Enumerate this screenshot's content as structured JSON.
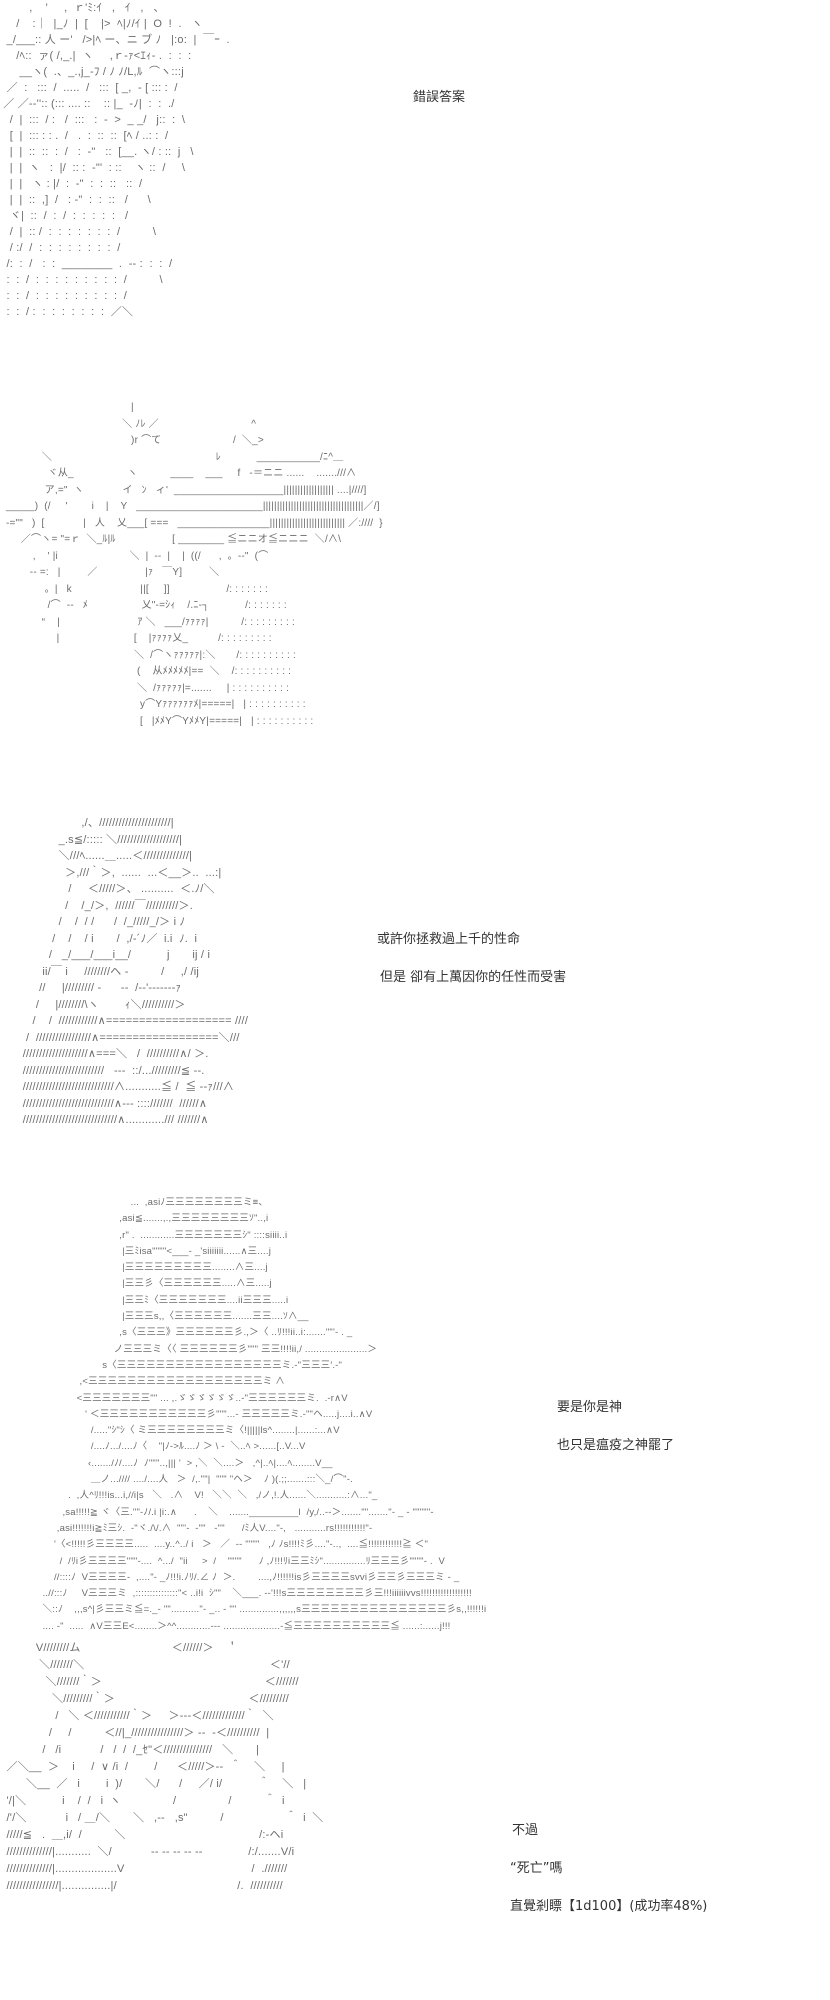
{
  "panels": [
    {
      "art": "         ,    '     ,  ｒ'ﾐ:ｲ   ,   ｲ   ,   、\n     /    :｜  |_ﾉ  |  [    |>  ﾍ|ﾉ/ｲ |  O  !  .   ヽ\n  _/___:: 人 ー'   />|ﾍ ー、ニ ブ ﾉ   |:o:  |  ￣ｰ  .\n     /ﾍ::  ァ( /,_.|  ヽ     ,ｒ‐ｧ<ｴｨ- .  :  :  :\n      __ヽ(  .、_.,j_-ﾌ / ﾉ ﾉ/L,ﾙ  ⌒ヽ:::j\n  ／  :   :::  /  .....  /   :::  [ _,  - [ ::: :  /\n ／ ／-‐'':: (::: .... ::    :: |_  -ﾉ|  :  :  ./\n   /  |  :::  / :   /  :::   :  -  >  _ _/   j::  :  \\\n   [  |  ::: : : .  /   .  :  ::  ::  [ﾍ / ..: :  /\n   |  |  ::  ::  :  /   :  -\"   ::  [__. ヽ/ : ::  j   \\\n   |  |  ヽ   :  |/  :: :  -\"'  : ::    ヽ ::  /     \\\n   |  |   ヽ : |/  :  -\"  :  :  ::   ::  /\n   |  |  ::  ,]  /   : -\"  :  :  ::   /      \\\n   ヾ|  ::  /  :  /  :  :  :  :  :   /\n   /  |  :: /  :  :  :  :  :  :  :  /          \\\n   / :/  /  :  :  :  :  :  :  :  :  /\n  /:  :  /   :  :  ________  .  -‐ :  :  :  /\n  :  :  /  :  :  :  :  :  :  :  :  :  /          \\\n  :  :  /  :  :  :  :  :  :  :  :  :  /\n  :  :  / :  :  :  :  :  :  :  :  ／＼",
      "caption": [
        "錯誤答案"
      ]
    },
    {
      "art": "                                            |\n                                         ＼ ﾉﾚ ／                               ^\n                                            )r ⌒て                        /  ＼_>\n              ＼                                                       ﾚ            ___________/ﾆ^＿\n                ヾ从_                  ヽ           ____    ___     f   ‐＝ニニ ......    .......///∧\n               ア,=\"  ヽ             イ   ﾝ   ィ'  ___________________|||||||||||||||||| ....|////]\n  _____)  (/     '        i    |    Y   ______________________||||||||||||||||||||||||||||||||||||／/]\n  -=\"\"   )  [             |   人    乂___[ ===   ________________||||||||||||||||||||||||||| ／:////  }\n       ／⌒ヽ= \"=ｒ  ＼_ﾙ|ﾙ                   [ ________ ≦ニニオ≦ニニニ  ＼/∧\\\n           ,    ' |i                        ＼  |  ‐‐  |    |  ((/      ,  。‐‐\"  (⌒\n          ‐‐ =:   |         ／                |ｧ   ￣Y]         ＼\n               。|   k                       ||[     ]]                   /: : : : : : :\n                /⌒  ‐‐   ﾒ                  乂\"‐=ｼｨ    /.ﾆ‐┐            /: : : : : : :\n              “    |                          ｱ ＼   ___/ｧｧｧｧ|           /: : : : : : : : :\n                   |                         [    |ｧｧｧｧ乂_          /: : : : : : : : :\n                                             ＼  /⌒ヽｧｧｧｧｧ|:＼       /: : : : : : : : : :\n                                              (    从ﾒﾒﾒﾒﾒ|==  ＼    /: : : : : : : : : :\n                                              ＼  /ｧｧｧｧｧ|=.......     | : : : : : : : : : :\n                                               y⌒Yｧｧｧｧｧｧﾒ|=====|   | : : : : : : : : : :\n                                               [   |ﾒﾒY⌒YﾒﾒY|=====|   | : : : : : : : : : :",
      "caption": []
    },
    {
      "art": "                         ,/、//////////////////////|\n                  _.s≦/::::: ＼///////////////////|\n                  ＼///ﾍ......＿.....＜//////////////|\n                    ＞,///｀＞,  ......  ...＜__＞..  ...:|\n                     /     ＜/////＞、 ..........  ＜.ﾉ/＼\n                    /    /_/＞,  //////￣//////////＞.\n                  /    /  / /      /  /_/////_/＞ i ﾉ\n                /    /    / i       /  ,/‐´ﾉ／  i.i  ﾉ.  i\n               /   _/___/___i__/           j       ij / i\n             ii/￣ i     ////////ヘ -          /     ,/ /ij\n            //     |///////// -      ‐‐  /‐‐'‐‐‐‐‐‐‐ｧ\n           /     |////////\\ヽ        ｨ＼//////////＞\n          /    /  ////////////∧=================== ////\n        /  /////////////////∧==================＼///\n       ////////////////////∧===＼   /  //////////∧/ ＞.\n       /////////////////////////   ‐‐‐  ::/.../////////≦ ‐‐.\n       ////////////////////////////∧...........≦ /  ≦ ‐‐ｧ///∧\n       ////////////////////////////∧--‐ ::::///////  //////∧\n       /////////////////////////////∧............/// ///////∧",
      "caption": [
        "或許你拯救過上千的性命",
        "但是 卻有上萬因你的任性而受害"
      ]
    },
    {
      "art": "                                              ...  ,asiﾉ三三三三三三三三ミ≡、\n                                          ,asi≦.......,.,三三三三三三三三ｿ\"..,i\n                                          ,r\" .  ............三三三三三三三ｼ\" ::::siiii..i\n                                           |三ﾐisa\"\"\"\"<___- _'siiiiiii......∧三....j\n                                           |三三三三三三三三三........∧三....j\n                                           |三三彡〈三三三三三三.....∧三.....j\n                                           |三三ﾐ〈三三三三三三三....ii三三三.....i\n                                           |三三三s,,〈三三三三三三.......三三....ｿ∧__\n                                          ,s〈三三三》三三三三三三彡.,＞〈 ..ﾘ!!!ii..i:.......\"\"'‐ . _\n                                        ノ三三三ミ〈〈 三三三三三三彡\"\"\" 三三!!!!ii,/ ......................＞\n                                    s〈三三三三三三三三三三三三三三三三三ミ.‐\"三三三′.‐\"\n                            ,<三三三三三三三三三三三三三三三三三三ミ ∧\n                           <三三三三三三三\"\" ... ,.ゞゞゞゞゞゞ..‐\"三三三三三三ミ.  .-r∧V\n                              ' ＜三三三三三三三三三三三彡\"\"\"...‐ 三三三三三ミ.‐\"\"ヘ.....j....i..∧V\n                                /.....\"ｼ\"ｼ〈 ミ三三三三三三三三ミ〈!|||||ls^........|......:...∧V\n                                /....ﾉ.../....ﾉ〈    \"|ﾉ->ﾙ....ﾉ ＞ \\ -  ＼..ﾍ >......[..V...V\n                               ‹......./ﾉ/....ﾉ  ﾉ\"\"\"..,||| '  > ,＼  ＼....＞   ,^|..ﾍ|....ﾍ........V__\n                                ＿ノ...//// ..../....人   ＞  /,.\"\"|  \"\"\" \"ヘ＞    ﾉ )(.;;.......:::＼_/⌒\"‐.\n                        .  ,人^ﾘ!!!is...i,//i|s   ＼   .∧    V!   ＼＼  ＼   ,/ノ,!.人......＼...........:∧...\"_\n                      ,sa!!!!!≧ ヾ〈三.\"\"‐ﾉ/.i |i:.∧      .    ＼    ......._________l  /y,/..--＞.......\"\".......\"‐ _ - \"\"\"\"\"‐\n                    ,asi!!!!!!!i≧ﾐ三ｼ.  ‐\"ヾ./\\/.∧  \"\"'‐  ‐\"\"   ‐\"\"      /ﾐ人V....\"‐,   ...........rs!!!!!!!!!!!\"‐\n                   '〈<!!!!!彡三三三三.....  ....y..^../ i   ＞   ／  ‐‐ \"\"\"\"   ,ﾉ ﾉs!!!!ﾐ彡....\"‐..,  ....≦!!!!!!!!!!!!≧ ＜\"\n                     /  /ﾘi彡三三三三\"\"\"‐....  ^.../  \"ii     >  /    \"\"\"\"      ﾉ ,ﾉ!!!ﾘi三三ﾐｼ\"...............ﾘ三三三彡\"\"\"\"‐ .  V\n                   //::::ﾉ  V三三三三‐  ,....\"‐ _ﾉ!!!i.ﾉﾘ/.∠ ﾉ  ＞.        ....,ﾉ!!!!!!is彡三三三三svvi彡三三彡三三三ミ ‐ _\n               ..//:::ﾉ     V三三三ミ  ,:::::::::::::::\"< ..i!i  ｼ\"\"    ＼___. ‐‐'!!!s三三三三三三三三彡三!!!iiiiiivvs!!!!!!!!!!!!!!!!!!\n               ＼::ﾉ    ,,,s^|彡三三ミ≦=._‐ \"\"..........\"‐ _.. ‐ \"\" ..............,,,,,,s三三三三三三三三三三三三三三三彡s,,!!!!!!i\n               .... ‐\"  .....  ∧V三三E<........＞^^............‐‐‐ ....................‐≦三三三三三三三三三三≦ ......:......j!!!",
      "caption": [
        "要是你是神",
        "也只是瘟疫之神罷了"
      ]
    },
    {
      "art": "           V////////ム                            ＜//////＞    ＇\n            ＼///////＼                                                         ＜'//\n              ＼///////｀＞                                                  ＜///////\n                ＼/////////｀＞                                         ＜/////////\n                 /   ＼ ＜///////////｀＞     ＞--‐＜/////////////｀  ＼\n               /     /          ＜//|_////////////////＞ ‐‐  ‐＜//////////  |\n             /   /i            /   /  /  /_ｾ\"＜///////////////   ＼       |\n  ／＼__  ＞    i     /  ∨ /i  /        /      ＜/////＞‐‐  ＾    ＼     |\n        ＼__  ／   i        i  )/       ＼/      /     ／/ i/           ＾    ＼   |\n  '/|＼           i    /  /   i  ヽ                /                /          ＾  i\n  /'/＼            i   / ＿/＼       ＼   ,-‐   ,s\"          /                   ＾  i  ＼\n  /////≦   .  ＿,i/  /          ＼                                         /:-ヘi\n  //////////////|...........  ＼/            ‐‐ ‐‐ ‐‐ ‐‐ ‐‐              /:/.......V/i\n  //////////////|...................V                                       /  .///////\n  ////////////////|...............|/                                     /.  //////////",
      "caption": [
        "不過",
        "“死亡”嗎",
        "直覺剎瞟【1d100】(成功率48%)"
      ]
    }
  ]
}
